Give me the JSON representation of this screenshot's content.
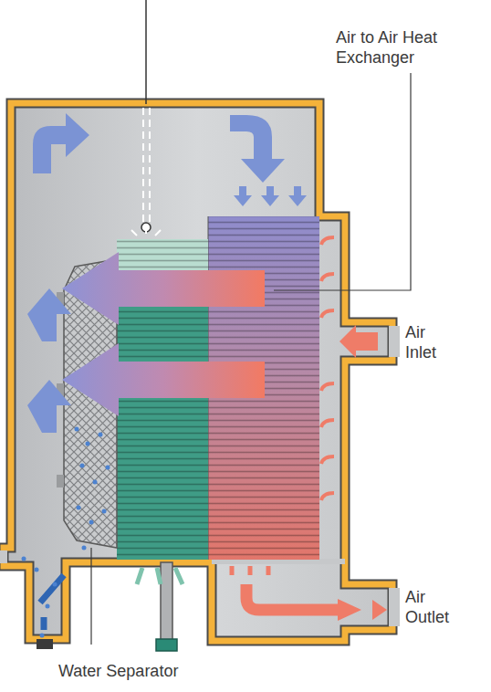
{
  "diagram": {
    "labels": [
      "Air to Air Heat Exchanger",
      "Air Inlet",
      "Air Outlet",
      "Water Separator"
    ]
  }
}
